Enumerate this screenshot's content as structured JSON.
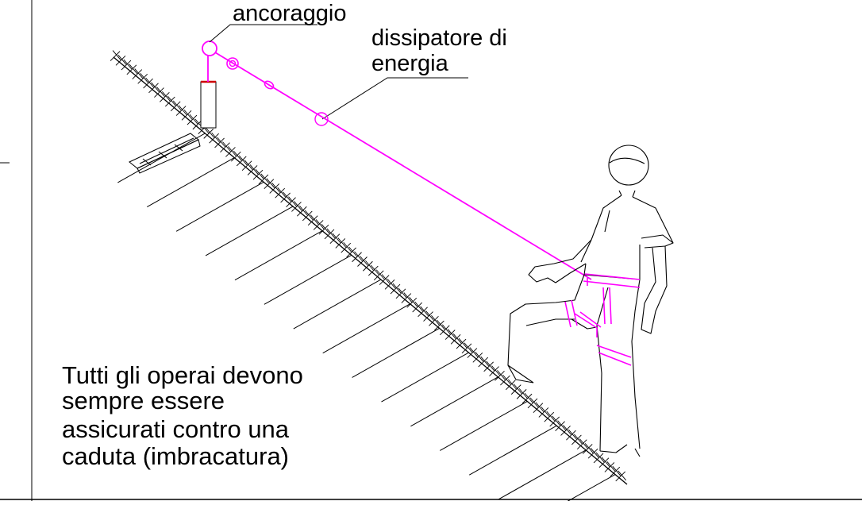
{
  "labels": {
    "anchorage": "ancoraggio",
    "energy_absorber_line1": "dissipatore di",
    "energy_absorber_line2": "energia"
  },
  "note": {
    "line1": "Tutti gli operai devono",
    "line2": "sempre essere",
    "line3": "assicurati contro una",
    "line4": "caduta (imbracatura)"
  },
  "colors": {
    "lifeline": "#ff00ff",
    "drawing": "#000000",
    "anchor_post_cap": "#cc0000",
    "background": "#ffffff"
  }
}
